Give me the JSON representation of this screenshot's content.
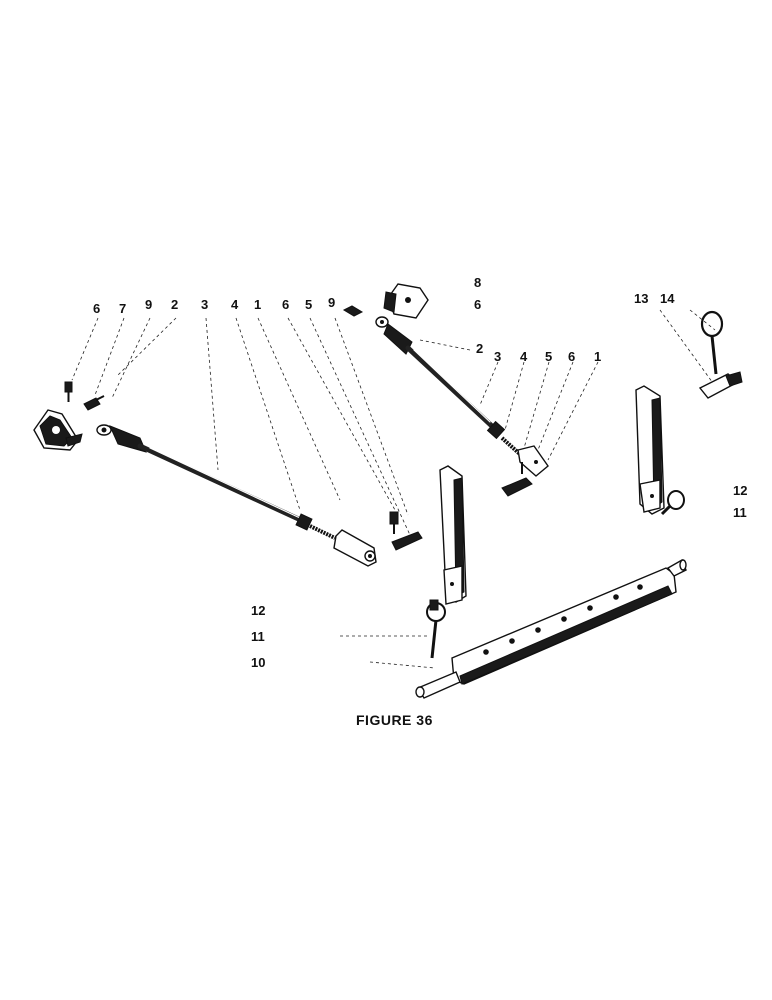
{
  "figure": {
    "caption": "FIGURE 36",
    "callouts": {
      "left_link_6a": "6",
      "left_link_7": "7",
      "left_link_9": "9",
      "left_link_2": "2",
      "left_link_3": "3",
      "left_link_4": "4",
      "left_link_1": "1",
      "left_link_6b": "6",
      "left_link_5": "5",
      "left_link_9b": "9",
      "top_8": "8",
      "top_6": "6",
      "center_2": "2",
      "center_3": "3",
      "center_4": "4",
      "center_5": "5",
      "center_6": "6",
      "center_1": "1",
      "right_13": "13",
      "right_14": "14",
      "right_12": "12",
      "right_11": "11",
      "bottom_12": "12",
      "bottom_11": "11",
      "bottom_10": "10"
    }
  }
}
